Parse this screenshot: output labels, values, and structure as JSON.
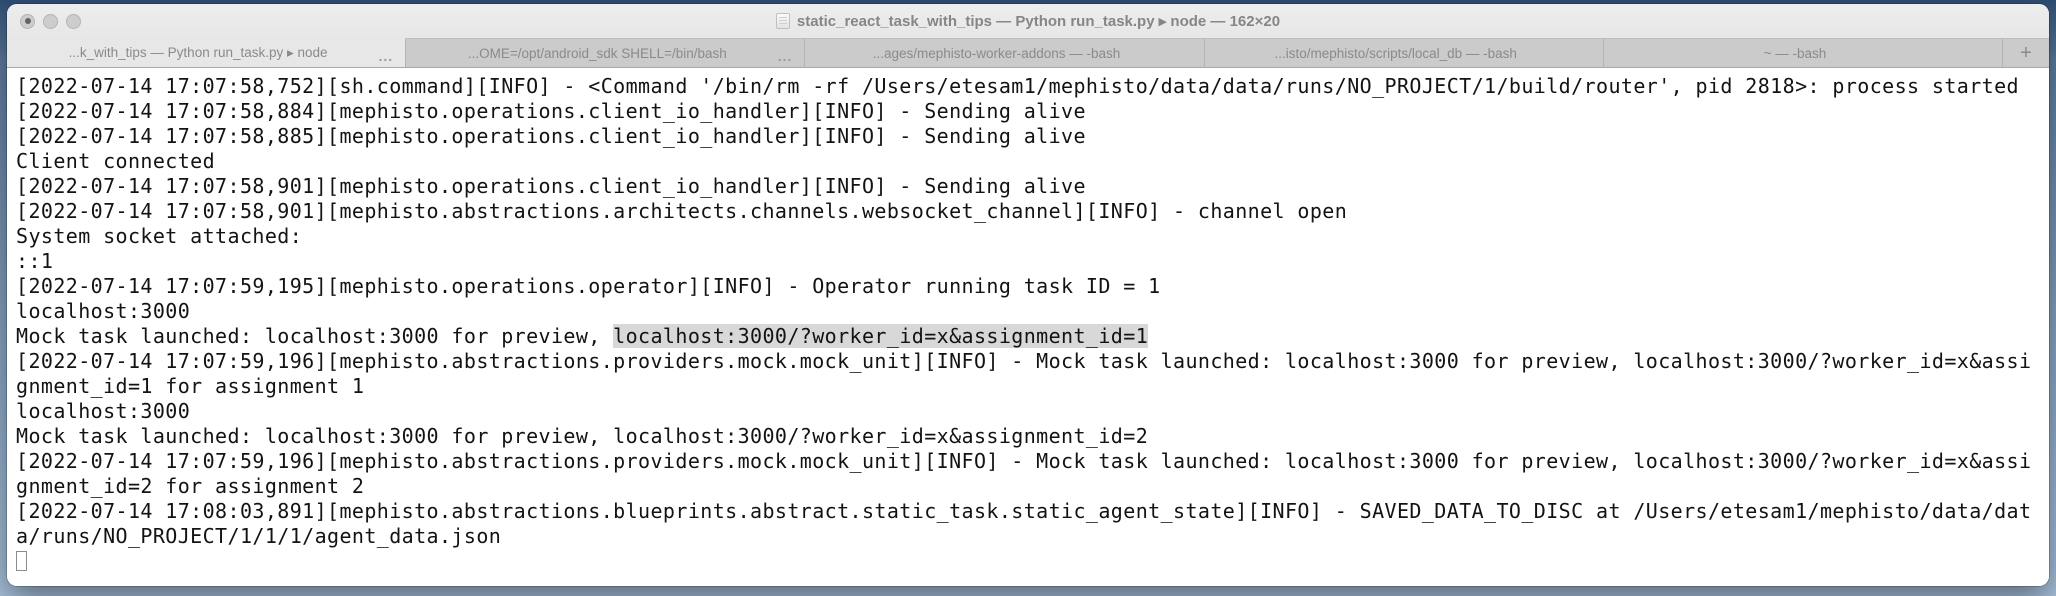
{
  "window": {
    "title": "static_react_task_with_tips — Python run_task.py ▸ node — 162×20"
  },
  "tabbar": {
    "new_tab_label": "+",
    "tabs": [
      {
        "label": "...k_with_tips — Python run_task.py ▸ node",
        "activity": "...",
        "active": true
      },
      {
        "label": "...OME=/opt/android_sdk SHELL=/bin/bash",
        "activity": "...",
        "active": false
      },
      {
        "label": "...ages/mephisto-worker-addons — -bash",
        "activity": null,
        "active": false
      },
      {
        "label": "...isto/mephisto/scripts/local_db — -bash",
        "activity": null,
        "active": false
      },
      {
        "label": "~ — -bash",
        "activity": null,
        "active": false
      }
    ]
  },
  "terminal": {
    "lines": [
      {
        "segments": [
          {
            "t": "[2022-07-14 17:07:58,752][sh.command][INFO] - <Command '/bin/rm -rf /Users/etesam1/mephisto/data/data/runs/NO_PROJECT/1/build/router', pid 2818>: process started",
            "h": false
          }
        ]
      },
      {
        "segments": [
          {
            "t": "[2022-07-14 17:07:58,884][mephisto.operations.client_io_handler][INFO] - Sending alive",
            "h": false
          }
        ]
      },
      {
        "segments": [
          {
            "t": "[2022-07-14 17:07:58,885][mephisto.operations.client_io_handler][INFO] - Sending alive",
            "h": false
          }
        ]
      },
      {
        "segments": [
          {
            "t": "Client connected",
            "h": false
          }
        ]
      },
      {
        "segments": [
          {
            "t": "[2022-07-14 17:07:58,901][mephisto.operations.client_io_handler][INFO] - Sending alive",
            "h": false
          }
        ]
      },
      {
        "segments": [
          {
            "t": "[2022-07-14 17:07:58,901][mephisto.abstractions.architects.channels.websocket_channel][INFO] - channel open",
            "h": false
          }
        ]
      },
      {
        "segments": [
          {
            "t": "System socket attached:",
            "h": false
          }
        ]
      },
      {
        "segments": [
          {
            "t": "::1",
            "h": false
          }
        ]
      },
      {
        "segments": [
          {
            "t": "[2022-07-14 17:07:59,195][mephisto.operations.operator][INFO] - Operator running task ID = 1",
            "h": false
          }
        ]
      },
      {
        "segments": [
          {
            "t": "localhost:3000",
            "h": false
          }
        ]
      },
      {
        "segments": [
          {
            "t": "Mock task launched: localhost:3000 for preview, ",
            "h": false
          },
          {
            "t": "localhost:3000/?worker_id=x&assignment_id=1",
            "h": true
          }
        ]
      },
      {
        "segments": [
          {
            "t": "[2022-07-14 17:07:59,196][mephisto.abstractions.providers.mock.mock_unit][INFO] - Mock task launched: localhost:3000 for preview, localhost:3000/?worker_id=x&assi",
            "h": false
          }
        ]
      },
      {
        "segments": [
          {
            "t": "gnment_id=1 for assignment 1",
            "h": false
          }
        ]
      },
      {
        "segments": [
          {
            "t": "localhost:3000",
            "h": false
          }
        ]
      },
      {
        "segments": [
          {
            "t": "Mock task launched: localhost:3000 for preview, localhost:3000/?worker_id=x&assignment_id=2",
            "h": false
          }
        ]
      },
      {
        "segments": [
          {
            "t": "[2022-07-14 17:07:59,196][mephisto.abstractions.providers.mock.mock_unit][INFO] - Mock task launched: localhost:3000 for preview, localhost:3000/?worker_id=x&assi",
            "h": false
          }
        ]
      },
      {
        "segments": [
          {
            "t": "gnment_id=2 for assignment 2",
            "h": false
          }
        ]
      },
      {
        "segments": [
          {
            "t": "[2022-07-14 17:08:03,891][mephisto.abstractions.blueprints.abstract.static_task.static_agent_state][INFO] - SAVED_DATA_TO_DISC at /Users/etesam1/mephisto/data/dat",
            "h": false
          }
        ]
      },
      {
        "segments": [
          {
            "t": "a/runs/NO_PROJECT/1/1/1/agent_data.json",
            "h": false
          }
        ]
      }
    ],
    "cursor": "hollow-block"
  },
  "colors": {
    "selection_highlight": "#d8d8d8",
    "terminal_background": "#ffffff",
    "terminal_text": "#131313",
    "titlebar_background": "#e7e7e7",
    "tab_inactive_background": "#cbcbcb",
    "desktop_top": "#2e4d72",
    "desktop_bottom": "#a9c4df"
  }
}
